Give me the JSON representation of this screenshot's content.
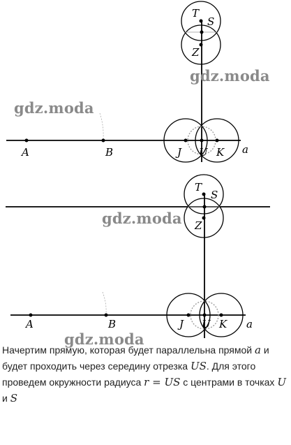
{
  "watermark": "gdz.moda",
  "figure1": {
    "points": {
      "T": "T",
      "S": "S",
      "Z": "Z",
      "A": "A",
      "B": "B",
      "J": "J",
      "U": "U",
      "K": "K",
      "line": "a"
    }
  },
  "figure2": {
    "points": {
      "T": "T",
      "S": "S",
      "Z": "Z",
      "A": "A",
      "B": "B",
      "J": "J",
      "U": "U",
      "K": "K",
      "line": "a"
    }
  },
  "caption": {
    "p1": "Начертим прямую, которая будет параллельна прямой",
    "v_a": "a",
    "p2": "и будет проходить через середину отрезка",
    "v_US": "US",
    "p3": ". Для этого проведем окружности радиуса",
    "v_r": "r = US",
    "p4": "с центрами в точках",
    "v_U": "U",
    "p5": "и",
    "v_S": "S"
  }
}
